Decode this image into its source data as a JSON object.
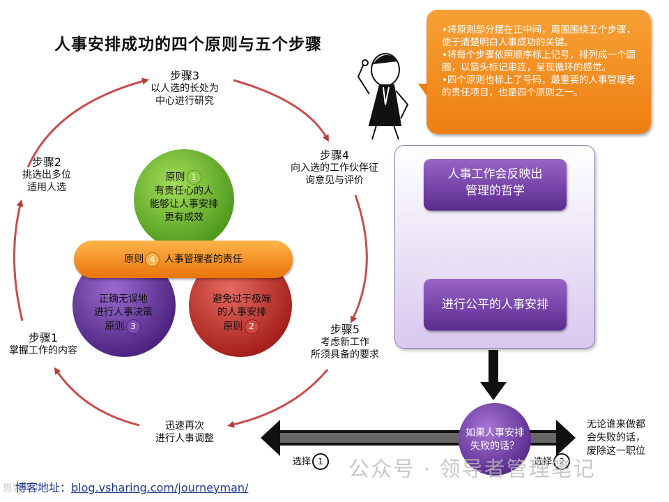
{
  "title": "人事安排成功的四个原则与五个步骤",
  "steps": {
    "s1": {
      "label": "步骤1",
      "text": "掌握工作的内容"
    },
    "s2": {
      "label": "步骤2",
      "line1": "挑选出多位",
      "line2": "适用人选"
    },
    "s3": {
      "label": "步骤3",
      "line1": "以人选的长处为",
      "line2": "中心进行研究"
    },
    "s4": {
      "label": "步骤4",
      "line1": "向入选的工作伙伴征",
      "line2": "询意见与评价"
    },
    "s5": {
      "label": "步骤5",
      "line1": "考虑新工作",
      "line2": "所须具备的要求"
    },
    "again": {
      "line1": "迅速再次",
      "line2": "进行人事调整"
    }
  },
  "principles": {
    "p1": {
      "word": "原则",
      "num": "1",
      "line1": "有责任心的人",
      "line2": "能够让人事安排",
      "line3": "更有成效",
      "color": "#6db52f"
    },
    "p2": {
      "line1": "避免过于极端",
      "line2": "的人事安排",
      "word": "原则",
      "num": "2",
      "color": "#c8322d"
    },
    "p3": {
      "line1": "正确无误地",
      "line2": "进行人事决策",
      "word": "原则",
      "num": "3",
      "color": "#6f3aa8"
    },
    "p4": {
      "word": "原则",
      "num": "4",
      "text": "人事管理者的责任",
      "color": "#f39a24"
    }
  },
  "note": {
    "lines": [
      "•将原则部分摆在正中间，周围围绕五个步骤，便于清楚明白人事成功的关键。",
      "•将每个步骤依照顺序标上记号，排列成一个圆圈，以箭头标记串连，呈现循环的感觉。",
      "•四个原则也标上了号码，最重要的人事管理者的责任项目，也是四个原则之一。"
    ]
  },
  "flow": {
    "box1": {
      "line1": "人事工作会反映出",
      "line2": "管理的哲学"
    },
    "box2": "进行公平的人事安排",
    "question": {
      "line1": "如果人事安排",
      "line2": "失败的话？"
    }
  },
  "choices": {
    "c1": {
      "label": "选择",
      "num": "1"
    },
    "c2": {
      "label": "选择",
      "num": "2"
    }
  },
  "ending": {
    "line1": "无论谁来做都",
    "line2": "会失败的话，",
    "line3": "废除这一职位"
  },
  "url": {
    "prefix": "博客地址：",
    "link": "blog.vsharing.com/journeyman/"
  },
  "watermark": {
    "main": "公众号 · 领导者管理笔记",
    "corner": "恩客天下"
  }
}
